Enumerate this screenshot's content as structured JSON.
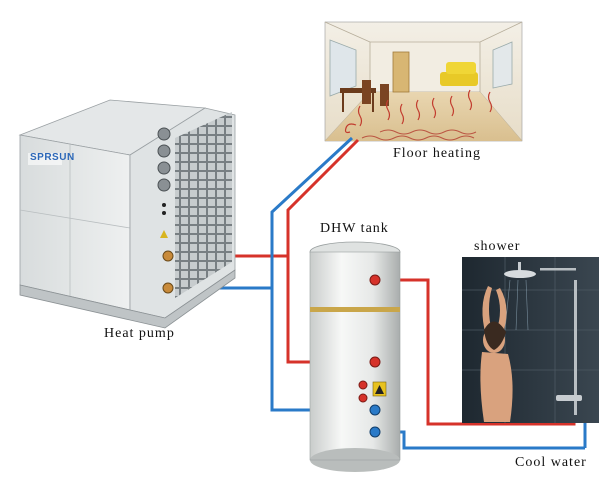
{
  "labels": {
    "floor_heating": "Floor heating",
    "dhw_tank": "DHW tank",
    "shower": "shower",
    "heat_pump": "Heat pump",
    "cool_water": "Cool water"
  },
  "heat_pump_brand": "SPRSUN",
  "colors": {
    "hot_pipe": "#d6322a",
    "cold_pipe": "#2a7ac8",
    "tank_body": "#eef0ef",
    "brass_band": "#c9a64a"
  }
}
